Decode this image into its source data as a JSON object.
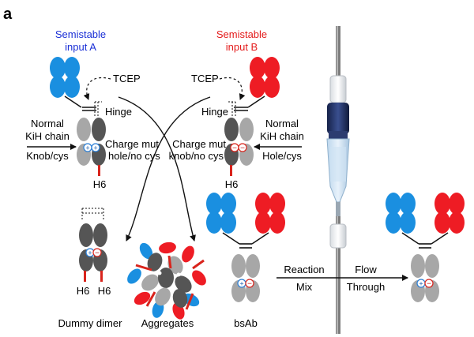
{
  "panel_label": "a",
  "input_a": {
    "line1": "Semistable",
    "line2": "input A",
    "color": "#1a2fd6"
  },
  "input_b": {
    "line1": "Semistable",
    "line2": "input B",
    "color": "#e41c1c"
  },
  "tcep_left": "TCEP",
  "tcep_right": "TCEP",
  "hinge_left": "Hinge",
  "hinge_right": "Hinge",
  "left_chain": {
    "line1": "Normal",
    "line2": "KiH chain",
    "line3": "Knob/cys"
  },
  "right_chain": {
    "line1": "Normal",
    "line2": "KiH chain",
    "line3": "Hole/cys"
  },
  "charge_left": {
    "line1": "Charge mut",
    "line2": "hole/no cys"
  },
  "charge_right": {
    "line1": "Charge mut",
    "line2": "knob/no cys"
  },
  "h6_left": "H6",
  "h6_right": "H6",
  "dummy_h6_a": "H6",
  "dummy_h6_b": "H6",
  "dummy_dimer": "Dummy dimer",
  "aggregates": "Aggregates",
  "bsab": "bsAb",
  "reaction": "Reaction",
  "mix": "Mix",
  "flow": "Flow",
  "through": "Through",
  "colors": {
    "blue_fab": "#1a8fe0",
    "red_fab": "#ee1c24",
    "dark_gray": "#555555",
    "light_gray": "#a7a7a7",
    "his_red": "#d9241c",
    "column_navy": "#1f2f63"
  }
}
